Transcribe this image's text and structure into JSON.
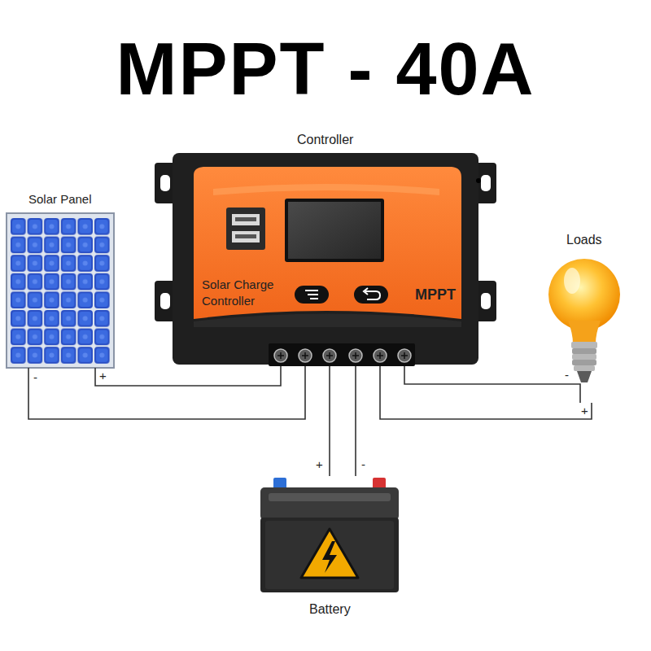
{
  "diagram": {
    "title": "MPPT - 40A",
    "nodes": [
      {
        "text": [
          "Controller",
          "Solar Charge Controller",
          "MPPT"
        ]
      },
      {
        "text": [
          "Solar Panel"
        ]
      },
      {
        "text": [
          "Loads"
        ]
      },
      {
        "text": [
          "Battery"
        ]
      }
    ],
    "edges": [
      {
        "from": 1,
        "to": 0,
        "arrow": "none",
        "label": "-"
      },
      {
        "from": 1,
        "to": 0,
        "arrow": "none",
        "label": "+"
      },
      {
        "from": 3,
        "to": 0,
        "arrow": "none",
        "label": "+"
      },
      {
        "from": 3,
        "to": 0,
        "arrow": "none",
        "label": "-"
      },
      {
        "from": 0,
        "to": 2,
        "arrow": "none",
        "label": "-"
      },
      {
        "from": 0,
        "to": 2,
        "arrow": "none",
        "label": "+"
      }
    ]
  }
}
